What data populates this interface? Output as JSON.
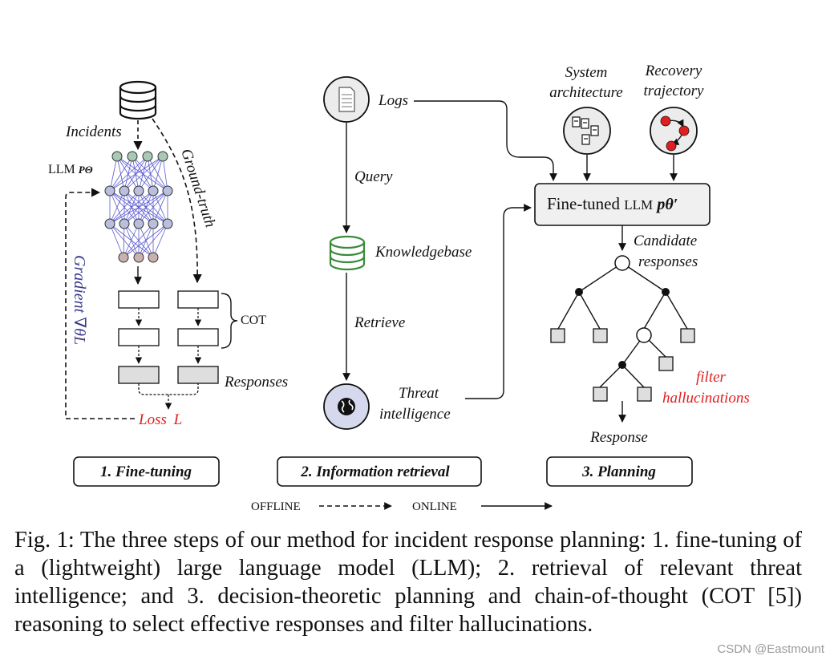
{
  "colors": {
    "ink": "#111111",
    "loss_red": "#e02020",
    "gradient_blue": "#3a3a8c",
    "kb_green": "#3a8a3a",
    "node_teal": "#a9c9b5",
    "node_blue": "#b9bfdc",
    "node_rose": "#c9b1ad",
    "box_gray": "#dedede"
  },
  "finetune": {
    "incidents": "Incidents",
    "llm_label": "LLM",
    "llm_param": "pθ",
    "ground_truth": "Ground-truth",
    "gradient": "Gradient ∇θL",
    "cot": "COT",
    "responses": "Responses",
    "loss_word": "Loss",
    "loss_symbol": "L",
    "section_title": "1. Fine-tuning"
  },
  "retrieval": {
    "logs": "Logs",
    "query": "Query",
    "knowledgebase": "Knowledgebase",
    "retrieve": "Retrieve",
    "threat": "Threat",
    "intelligence": "intelligence",
    "section_title": "2. Information retrieval"
  },
  "planning": {
    "system_line1": "System",
    "system_line2": "architecture",
    "recovery_line1": "Recovery",
    "recovery_line2": "trajectory",
    "finetuned_text": "Fine-tuned",
    "finetuned_llm": "LLM",
    "finetuned_param": "pθ′",
    "candidate": "Candidate",
    "responses": "responses",
    "filter": "filter",
    "hallucinations": "hallucinations",
    "response": "Response",
    "section_title": "3. Planning"
  },
  "legend": {
    "offline": "OFFLINE",
    "online": "ONLINE"
  },
  "caption": "Fig. 1: The three steps of our method for incident response planning: 1. fine-tuning of a (lightweight) large language model (LLM); 2. retrieval of relevant threat intelligence; and 3. decision-theoretic planning and chain-of-thought (COT [5]) reasoning to select effective responses and filter hallucinations.",
  "watermark": "CSDN @Eastmount"
}
